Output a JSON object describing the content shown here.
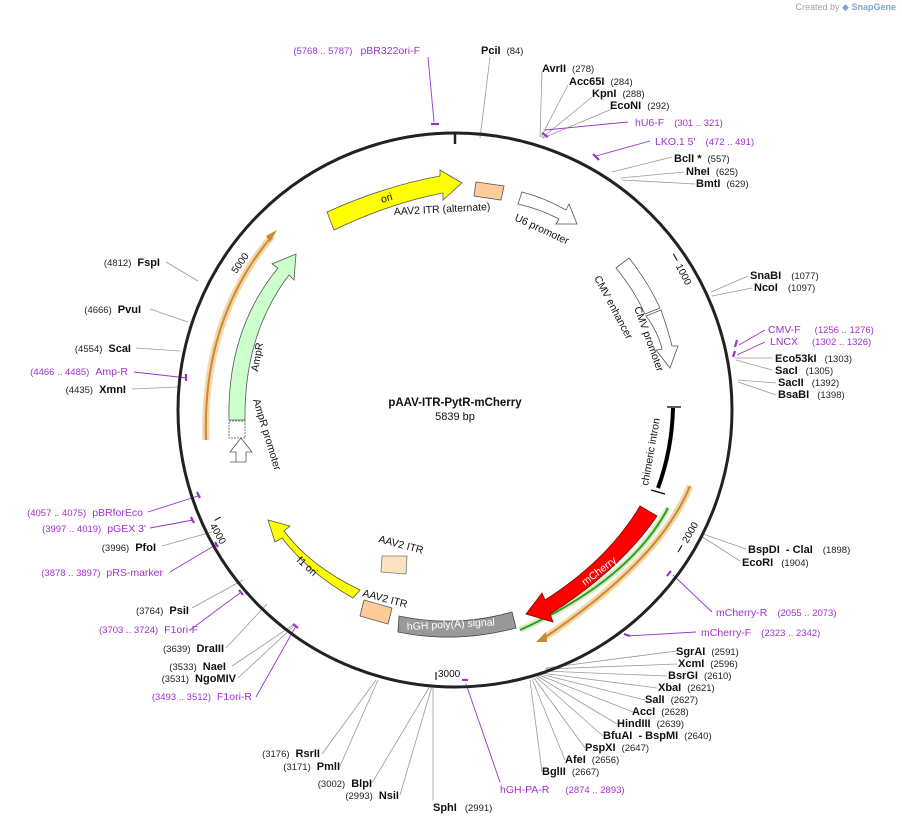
{
  "credit": {
    "prefix": "Created by",
    "brand": "SnapGene"
  },
  "plasmid": {
    "name": "pAAV-ITR-PytR-mCherry",
    "size_label": "5839 bp",
    "length": 5839
  },
  "ticks": [
    "1000",
    "2000",
    "3000",
    "4000",
    "5000"
  ],
  "sites_right": [
    {
      "name": "PciI",
      "pos": "(84)"
    },
    {
      "name": "AvrII",
      "pos": "(278)"
    },
    {
      "name": "Acc65I",
      "pos": "(284)"
    },
    {
      "name": "KpnI",
      "pos": "(288)"
    },
    {
      "name": "EcoNI",
      "pos": "(292)"
    },
    {
      "name": "BclI *",
      "pos": "(557)"
    },
    {
      "name": "NheI",
      "pos": "(625)"
    },
    {
      "name": "BmtI",
      "pos": "(629)"
    },
    {
      "name": "SnaBI",
      "pos": "(1077)"
    },
    {
      "name": "NcoI",
      "pos": "(1097)"
    },
    {
      "name": "Eco53kI",
      "pos": "(1303)"
    },
    {
      "name": "SacI",
      "pos": "(1305)"
    },
    {
      "name": "SacII",
      "pos": "(1392)"
    },
    {
      "name": "BsaBI",
      "pos": "(1398)"
    },
    {
      "name": "BspDI  - ClaI",
      "pos": "(1898)"
    },
    {
      "name": "EcoRI",
      "pos": "(1904)"
    },
    {
      "name": "SgrAI",
      "pos": "(2591)"
    },
    {
      "name": "XcmI",
      "pos": "(2596)"
    },
    {
      "name": "BsrGI",
      "pos": "(2610)"
    },
    {
      "name": "XbaI",
      "pos": "(2621)"
    },
    {
      "name": "SalI",
      "pos": "(2627)"
    },
    {
      "name": "AccI",
      "pos": "(2628)"
    },
    {
      "name": "HindIII",
      "pos": "(2639)"
    },
    {
      "name": "BfuAI  - BspMI",
      "pos": "(2640)"
    },
    {
      "name": "PspXI",
      "pos": "(2647)"
    },
    {
      "name": "AfeI",
      "pos": "(2656)"
    },
    {
      "name": "BglII",
      "pos": "(2667)"
    }
  ],
  "sites_left": [
    {
      "name": "SphI",
      "pos": "(2991)"
    },
    {
      "name": "NsiI",
      "pos": "(2993)"
    },
    {
      "name": "BlpI",
      "pos": "(3002)"
    },
    {
      "name": "PmlI",
      "pos": "(3171)"
    },
    {
      "name": "RsrII",
      "pos": "(3176)"
    },
    {
      "name": "NgoMIV",
      "pos": "(3531)"
    },
    {
      "name": "NaeI",
      "pos": "(3533)"
    },
    {
      "name": "DraIII",
      "pos": "(3639)"
    },
    {
      "name": "PsiI",
      "pos": "(3764)"
    },
    {
      "name": "PfoI",
      "pos": "(3996)"
    },
    {
      "name": "XmnI",
      "pos": "(4435)"
    },
    {
      "name": "ScaI",
      "pos": "(4554)"
    },
    {
      "name": "PvuI",
      "pos": "(4666)"
    },
    {
      "name": "FspI",
      "pos": "(4812)"
    }
  ],
  "primers": [
    {
      "name": "pBR322ori-F",
      "range": "(5768 .. 5787)"
    },
    {
      "name": "hU6-F",
      "range": "(301 .. 321)"
    },
    {
      "name": "LKO.1 5'",
      "range": "(472 .. 491)"
    },
    {
      "name": "CMV-F",
      "range": "(1256 .. 1276)"
    },
    {
      "name": "LNCX",
      "range": "(1302 .. 1326)"
    },
    {
      "name": "mCherry-R",
      "range": "(2055 .. 2073)"
    },
    {
      "name": "mCherry-F",
      "range": "(2323 .. 2342)"
    },
    {
      "name": "hGH-PA-R",
      "range": "(2874 .. 2893)"
    },
    {
      "name": "F1ori-R",
      "range": "(3493 .. 3512)"
    },
    {
      "name": "F1ori-F",
      "range": "(3703 .. 3724)"
    },
    {
      "name": "pRS-marker",
      "range": "(3878 .. 3897)"
    },
    {
      "name": "pGEX 3'",
      "range": "(3997 .. 4019)"
    },
    {
      "name": "pBRforEco",
      "range": "(4057 .. 4075)"
    },
    {
      "name": "Amp-R",
      "range": "(4466 .. 4485)"
    }
  ],
  "features": {
    "ori": "ori",
    "aav2_itr_alt": "AAV2 ITR (alternate)",
    "u6_promoter": "U6 promoter",
    "cmv_enhancer": "CMV enhancer",
    "cmv_promoter": "CMV promoter",
    "chimeric_intron": "chimeric intron",
    "mcherry": "mCherry",
    "hgh_polya": "hGH poly(A) signal",
    "aav2_itr_1": "AAV2 ITR",
    "aav2_itr_2": "AAV2 ITR",
    "f1_ori": "f1 ori",
    "ampr": "AmpR",
    "ampr_promoter": "AmpR promoter"
  },
  "colors": {
    "ori": "#ffff00",
    "ampr": "#ccffcc",
    "mcherry": "#ff0000",
    "itr": "#ffcc99",
    "primer": "#9933cc",
    "orf_line": "#cc8833",
    "polya": "#999999"
  }
}
